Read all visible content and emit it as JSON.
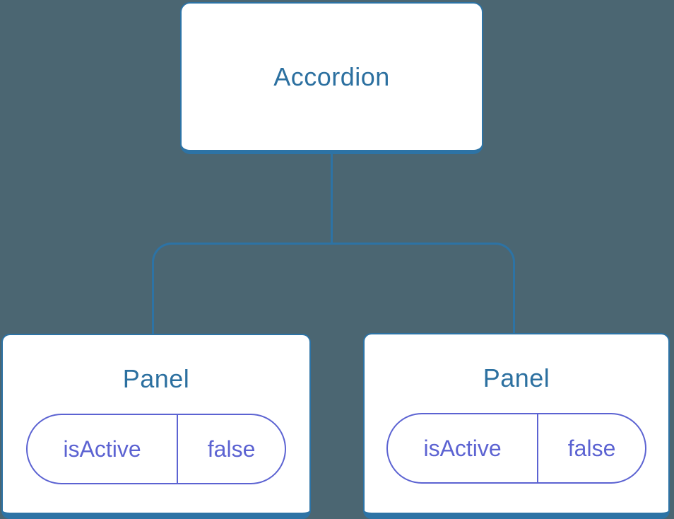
{
  "diagram": {
    "description": "React component tree: Accordion parent with two Panel children holding isActive state",
    "root": {
      "label": "Accordion"
    },
    "children": [
      {
        "label": "Panel",
        "state": {
          "key": "isActive",
          "value": "false"
        }
      },
      {
        "label": "Panel",
        "state": {
          "key": "isActive",
          "value": "false"
        }
      }
    ]
  },
  "colors": {
    "bg": "#4b6672",
    "line": "#2d73a5",
    "box_bg": "#ffffff",
    "box_text": "#2c70a0",
    "pill": "#5c63d2"
  }
}
